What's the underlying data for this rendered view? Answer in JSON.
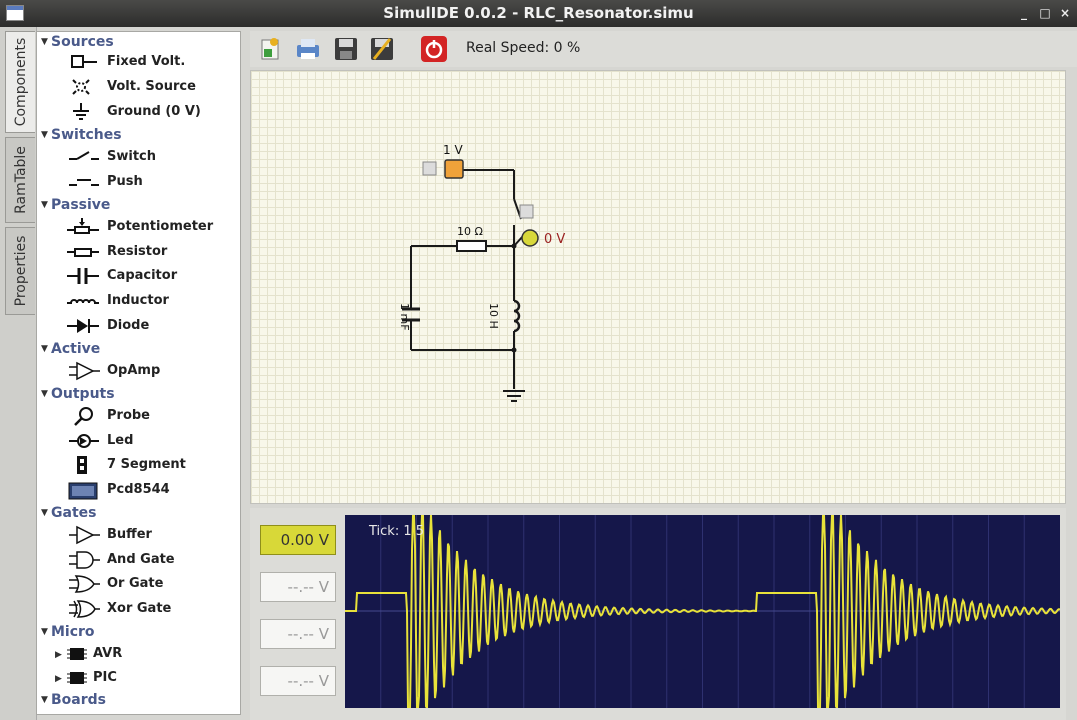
{
  "window": {
    "title": "SimulIDE 0.0.2  -  RLC_Resonator.simu",
    "controls": [
      "_",
      "□",
      "×"
    ]
  },
  "side_tabs": [
    "Components",
    "RamTable",
    "Properties"
  ],
  "components": {
    "categories": [
      {
        "name": "Sources",
        "items": [
          {
            "label": "Fixed Volt.",
            "icon": "fixed-volt-icon"
          },
          {
            "label": "Volt. Source",
            "icon": "volt-source-icon"
          },
          {
            "label": "Ground (0 V)",
            "icon": "ground-icon"
          }
        ]
      },
      {
        "name": "Switches",
        "items": [
          {
            "label": "Switch",
            "icon": "switch-icon"
          },
          {
            "label": "Push",
            "icon": "push-icon"
          }
        ]
      },
      {
        "name": "Passive",
        "items": [
          {
            "label": "Potentiometer",
            "icon": "potentiometer-icon"
          },
          {
            "label": "Resistor",
            "icon": "resistor-icon"
          },
          {
            "label": "Capacitor",
            "icon": "capacitor-icon"
          },
          {
            "label": "Inductor",
            "icon": "inductor-icon"
          },
          {
            "label": "Diode",
            "icon": "diode-icon"
          }
        ]
      },
      {
        "name": "Active",
        "items": [
          {
            "label": "OpAmp",
            "icon": "opamp-icon"
          }
        ]
      },
      {
        "name": "Outputs",
        "items": [
          {
            "label": "Probe",
            "icon": "probe-icon"
          },
          {
            "label": "Led",
            "icon": "led-icon"
          },
          {
            "label": "7 Segment",
            "icon": "seven-segment-icon"
          },
          {
            "label": "Pcd8544",
            "icon": "lcd-icon"
          }
        ]
      },
      {
        "name": "Gates",
        "items": [
          {
            "label": "Buffer",
            "icon": "buffer-gate-icon"
          },
          {
            "label": "And Gate",
            "icon": "and-gate-icon"
          },
          {
            "label": "Or Gate",
            "icon": "or-gate-icon"
          },
          {
            "label": "Xor Gate",
            "icon": "xor-gate-icon"
          }
        ]
      },
      {
        "name": "Micro",
        "subitems": [
          "AVR",
          "PIC"
        ]
      },
      {
        "name": "Boards",
        "items": []
      }
    ]
  },
  "toolbar": {
    "buttons": [
      "new-circuit-icon",
      "print-icon",
      "save-icon",
      "save-as-icon",
      "power-icon"
    ],
    "speed_label": "Real Speed: 0 %"
  },
  "circuit": {
    "source_label": "1 V",
    "probe_label": "0 V",
    "resistor_label": "10 Ω",
    "inductor_label": "10 H",
    "capacitor_label": "1 mF"
  },
  "plotter": {
    "channels": [
      "0.00 V",
      "--.-- V",
      "--.-- V",
      "--.-- V"
    ],
    "tick_label": "Tick: 1 5",
    "trace_color": "#e8e23a",
    "background": "#15174a"
  }
}
